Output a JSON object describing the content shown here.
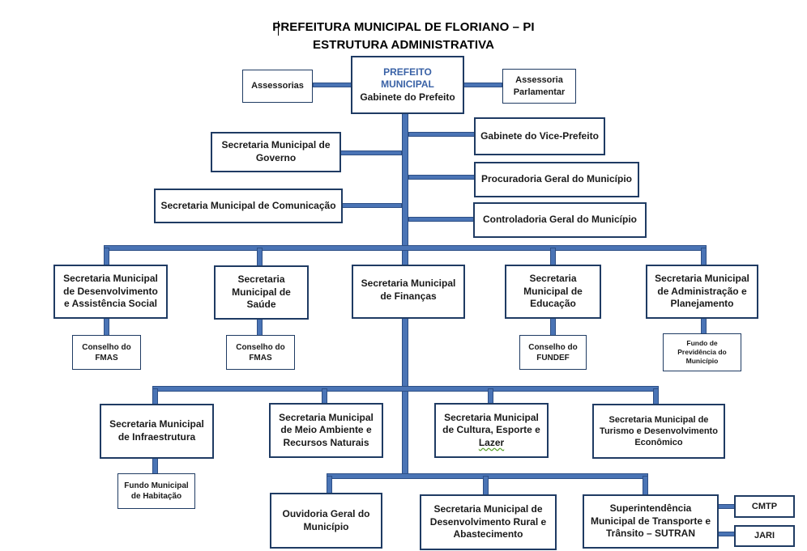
{
  "header": {
    "title_line1": "PREFEITURA MUNICIPAL DE FLORIANO – PI",
    "title_line2": "ESTRUTURA ADMINISTRATIVA"
  },
  "top": {
    "prefeito_line1": "PREFEITO",
    "prefeito_line2": "MUNICIPAL",
    "prefeito_line3": "Gabinete do Prefeito",
    "assessorias": "Assessorias",
    "assessoria_parlamentar_line1": "Assessoria",
    "assessoria_parlamentar_line2": "Parlamentar"
  },
  "staff_right": {
    "vice_prefeito": "Gabinete do Vice-Prefeito",
    "procuradoria": "Procuradoria Geral do Município",
    "controladoria": "Controladoria Geral do Município"
  },
  "staff_left": {
    "governo_line1": "Secretaria Municipal de",
    "governo_line2": "Governo",
    "comunicacao": "Secretaria Municipal  de Comunicação"
  },
  "row1": {
    "social_line1": "Secretaria Municipal",
    "social_line2": "de Desenvolvimento",
    "social_line3": "e Assistência Social",
    "saude_line1": "Secretaria",
    "saude_line2": "Municipal  de",
    "saude_line3": "Saúde",
    "financas_line1": "Secretaria Municipal",
    "financas_line2": "de Finanças",
    "educacao_line1": "Secretaria",
    "educacao_line2": "Municipal  de",
    "educacao_line3": "Educação",
    "administracao_line1": "Secretaria Municipal",
    "administracao_line2": "de Administração e",
    "administracao_line3": "Planejamento"
  },
  "row1_sub": {
    "conselho_fmas1_line1": "Conselho do",
    "conselho_fmas1_line2": "FMAS",
    "conselho_fmas2_line1": "Conselho do",
    "conselho_fmas2_line2": "FMAS",
    "conselho_fundef_line1": "Conselho do",
    "conselho_fundef_line2": "FUNDEF",
    "fundo_prev_line1": "Fundo de",
    "fundo_prev_line2": "Previdência do",
    "fundo_prev_line3": "Município"
  },
  "row2": {
    "infraestrutura_line1": "Secretaria Municipal",
    "infraestrutura_line2": "de Infraestrutura",
    "meio_ambiente_line1": "Secretaria Municipal",
    "meio_ambiente_line2": "de Meio Ambiente e",
    "meio_ambiente_line3": "Recursos Naturais",
    "cultura_line1": "Secretaria Municipal",
    "cultura_line2": "de Cultura, Esporte e",
    "cultura_line3": "Lazer",
    "turismo_line1": "Secretaria Municipal de",
    "turismo_line2": "Turismo e Desenvolvimento",
    "turismo_line3": "Econômico",
    "fundo_habitacao_line1": "Fundo Municipal",
    "fundo_habitacao_line2": "de Habitação"
  },
  "row3": {
    "ouvidoria_line1": "Ouvidoria Geral do",
    "ouvidoria_line2": "Município",
    "rural_line1": "Secretaria Municipal  de",
    "rural_line2": "Desenvolvimento Rural e",
    "rural_line3": "Abastecimento",
    "sutran_line1": "Superintendência",
    "sutran_line2": "Municipal de Transporte e",
    "sutran_line3": "Trânsito – SUTRAN",
    "cmtp": "CMTP",
    "jari": "JARI"
  }
}
